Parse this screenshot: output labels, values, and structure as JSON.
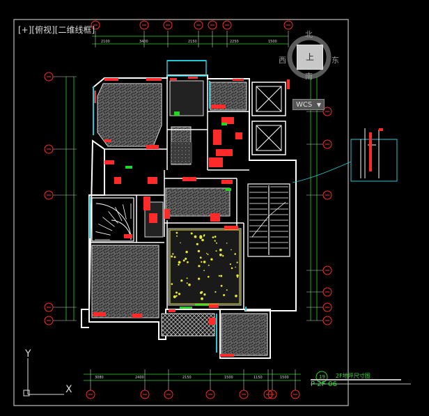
{
  "viewport": {
    "label": "[+][俯视][二维线框]"
  },
  "viewcube": {
    "north": "北",
    "south": "南",
    "east": "东",
    "west": "西",
    "face": "上",
    "wcs_label": "WCS"
  },
  "drawing": {
    "title": "2F地坪尺寸图",
    "code": "P-2F-06",
    "detail_number": "19",
    "colors": {
      "background": "#000000",
      "wall": "#ffffff",
      "dimension": "#22d622",
      "axis_bubble": "#ff2a2a",
      "cyan": "#22c8d8",
      "yellow": "#e8e83a",
      "frame": "#bfbfbf"
    },
    "top_dims": [
      "2100",
      "3400",
      "2150",
      "2250",
      "1500"
    ],
    "bottom_dims": [
      "3080",
      "2400",
      "2150",
      "1500",
      "1150",
      "1500"
    ]
  },
  "ucs": {
    "x_label": "X",
    "y_label": "Y"
  }
}
